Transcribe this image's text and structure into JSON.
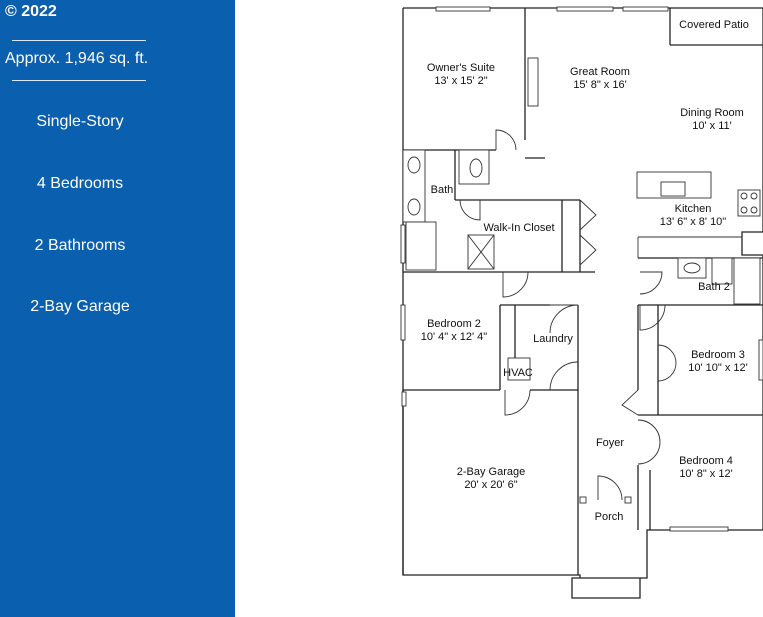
{
  "sidebar": {
    "copyright": "© 2022",
    "sqft": "Approx. 1,946 sq. ft.",
    "features": [
      "Single-Story",
      "4 Bedrooms",
      "2 Bathrooms",
      "2-Bay Garage"
    ],
    "bg_color": "#0a5fae"
  },
  "rooms": {
    "covered_patio": "Covered Patio",
    "owners_suite": "Owner's Suite",
    "owners_suite_dim": "13' x 15' 2\"",
    "great_room": "Great Room",
    "great_room_dim": "15' 8\" x 16'",
    "dining_room": "Dining Room",
    "dining_room_dim": "10' x 11'",
    "bath": "Bath",
    "walk_in_closet": "Walk-In Closet",
    "kitchen": "Kitchen",
    "kitchen_dim": "13' 6\" x 8' 10\"",
    "bath2": "Bath 2",
    "bedroom2": "Bedroom 2",
    "bedroom2_dim": "10' 4\" x 12' 4\"",
    "laundry": "Laundry",
    "bedroom3": "Bedroom 3",
    "bedroom3_dim": "10' 10\" x 12'",
    "hvac": "HVAC",
    "foyer": "Foyer",
    "garage": "2-Bay Garage",
    "garage_dim": "20' x 20' 6\"",
    "bedroom4": "Bedroom 4",
    "bedroom4_dim": "10' 8\" x 12'",
    "porch": "Porch"
  }
}
